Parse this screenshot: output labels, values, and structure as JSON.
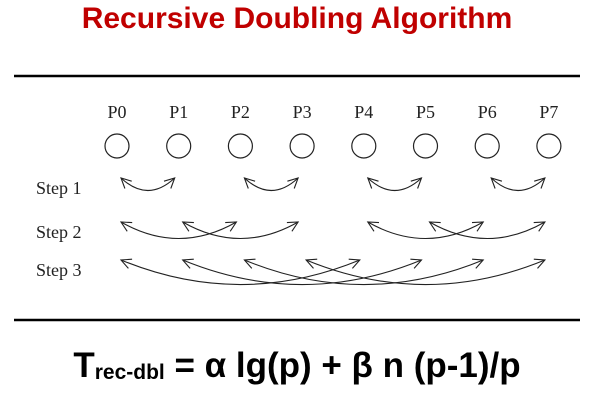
{
  "title": "Recursive Doubling Algorithm",
  "processors": [
    "P0",
    "P1",
    "P2",
    "P3",
    "P4",
    "P5",
    "P6",
    "P7"
  ],
  "steps": [
    {
      "label": "Step 1",
      "exchanges": [
        [
          0,
          1
        ],
        [
          2,
          3
        ],
        [
          4,
          5
        ],
        [
          6,
          7
        ]
      ]
    },
    {
      "label": "Step 2",
      "exchanges": [
        [
          0,
          2
        ],
        [
          1,
          3
        ],
        [
          4,
          6
        ],
        [
          5,
          7
        ]
      ]
    },
    {
      "label": "Step 3",
      "exchanges": [
        [
          0,
          4
        ],
        [
          1,
          5
        ],
        [
          2,
          6
        ],
        [
          3,
          7
        ]
      ]
    }
  ],
  "formula": {
    "main": "T",
    "subscript": "rec-dbl",
    "rhs": " = α lg(p) + β n (p-1)/p"
  },
  "colors": {
    "title": "#c00000",
    "lines": "#222222"
  }
}
